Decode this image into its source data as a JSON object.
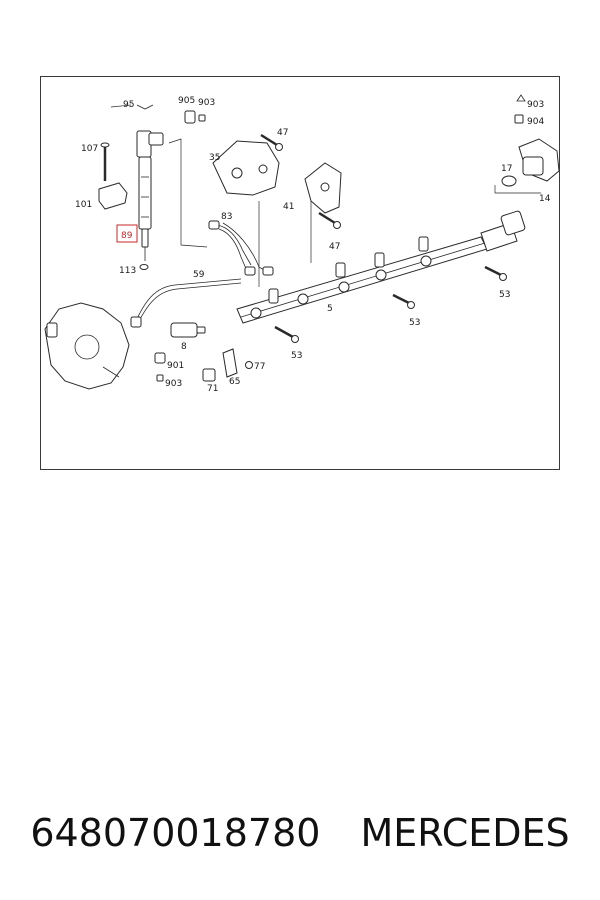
{
  "diagram": {
    "callouts": {
      "c95": "95",
      "c905": "905",
      "c903a": "903",
      "c107": "107",
      "c101": "101",
      "c89": "89",
      "c113": "113",
      "c47a": "47",
      "c35": "35",
      "c83": "83",
      "c59": "59",
      "c41": "41",
      "c47b": "47",
      "c5": "5",
      "c8": "8",
      "c901": "901",
      "c903b": "903",
      "c71": "71",
      "c65": "65",
      "c77": "77",
      "c53a": "53",
      "c53b": "53",
      "c53c": "53",
      "c903c": "903",
      "c904": "904",
      "c17": "17",
      "c14": "14"
    },
    "highlight_color": "#c62828"
  },
  "caption": {
    "part_number": "648070018780",
    "brand": "MERCEDES"
  }
}
